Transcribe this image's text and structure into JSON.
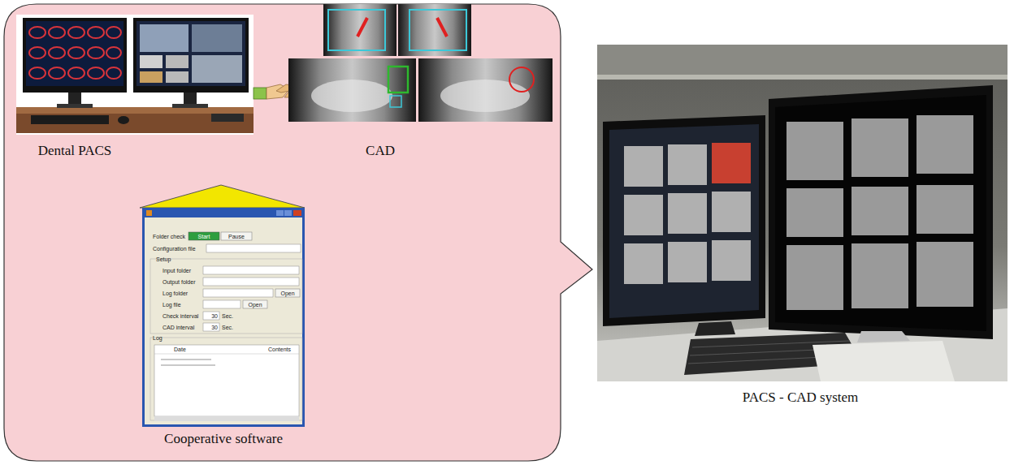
{
  "diagram": {
    "nodes": [
      {
        "text": [
          "Dental PACS"
        ]
      },
      {
        "text": [
          "CAD"
        ]
      },
      {
        "text": [
          "Cooperative software"
        ]
      },
      {
        "text": [
          "PACS - CAD system"
        ]
      }
    ],
    "labels": [
      "Folder check",
      "Start",
      "Pause",
      "Configuration file",
      "Setup",
      "Input folder",
      "Output folder",
      "Log folder",
      "Open",
      "Log file",
      "Open",
      "Check interval",
      "30",
      "Sec.",
      "CAD interval",
      "30",
      "Sec.",
      "Log",
      "Date",
      "Contents"
    ]
  }
}
